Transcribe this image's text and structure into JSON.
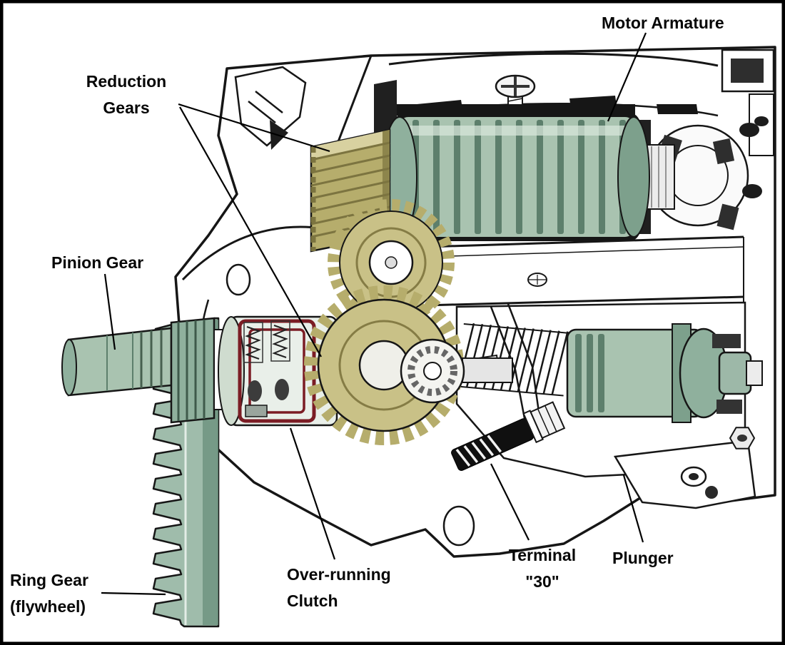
{
  "diagram": {
    "labels": {
      "motor_armature": [
        "Motor Armature"
      ],
      "reduction_gears": [
        "Reduction",
        "Gears"
      ],
      "pinion_gear": [
        "Pinion Gear"
      ],
      "ring_gear": [
        "Ring Gear",
        "(flywheel)"
      ],
      "overrunning_clutch": [
        "Over-running",
        "Clutch"
      ],
      "terminal_30": [
        "Terminal",
        "\"30\""
      ],
      "plunger": [
        "Plunger"
      ]
    },
    "colors": {
      "part_green": "#a9c3b0",
      "part_green_dark": "#6d8f7c",
      "gear_olive": "#b6ad6c",
      "gear_olive_light": "#c9c187",
      "clutch_red": "#7b1c24",
      "outline_black": "#161616",
      "background": "#ffffff"
    }
  }
}
